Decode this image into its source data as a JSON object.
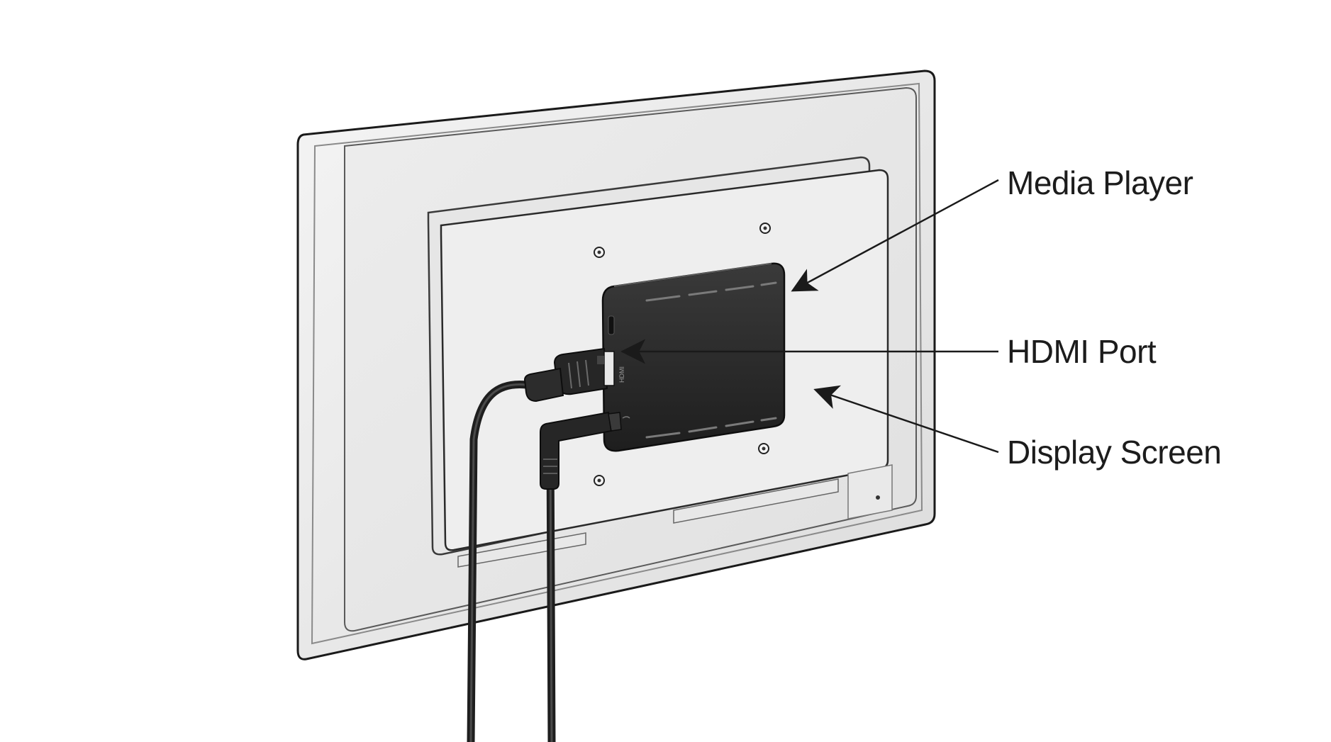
{
  "labels": {
    "media_player": "Media Player",
    "hdmi_port": "HDMI Port",
    "display_screen": "Display Screen"
  },
  "port_marking": "HDMI",
  "colors": {
    "outline": "#1a1a1a",
    "panel_light": "#f1f1f1",
    "panel_mid": "#e4e4e4",
    "player_body": "#2b2b2b",
    "cable": "#1e1e1e"
  },
  "icons": [
    "hdmi-connector-icon",
    "power-connector-icon"
  ]
}
